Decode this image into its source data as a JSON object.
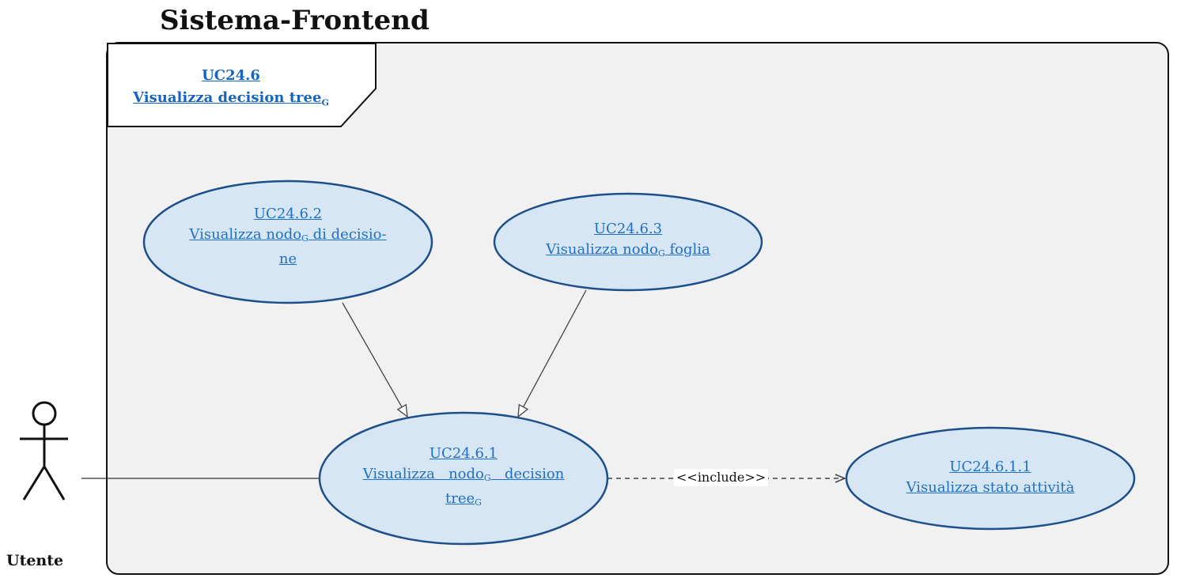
{
  "diagram": {
    "title": "Sistema-Frontend",
    "frame": {
      "id": "UC24.6",
      "name": "Visualizza decision tree",
      "glossary_mark": "G"
    },
    "actor": {
      "name": "Utente"
    },
    "use_cases": [
      {
        "id": "UC24.6.2",
        "line1": "Visualizza nodo",
        "mark": "G",
        "line1_rest": " di decisio-",
        "line2": "ne"
      },
      {
        "id": "UC24.6.3",
        "line1": "Visualizza nodo",
        "mark": "G",
        "line1_rest": " foglia"
      },
      {
        "id": "UC24.6.1",
        "line1": "Visualizza   nodo",
        "mark": "G",
        "line1_rest": "   decision",
        "line2": "tree",
        "line2_mark": "G"
      },
      {
        "id": "UC24.6.1.1",
        "line1": "Visualizza stato attività"
      }
    ],
    "relations": {
      "include_label": "<<include>>"
    },
    "colors": {
      "ellipse_fill": "#d6e6f5",
      "ellipse_stroke": "#1d4f8a",
      "link_text": "#1f6fc5",
      "system_fill": "#f1f1f1"
    }
  }
}
